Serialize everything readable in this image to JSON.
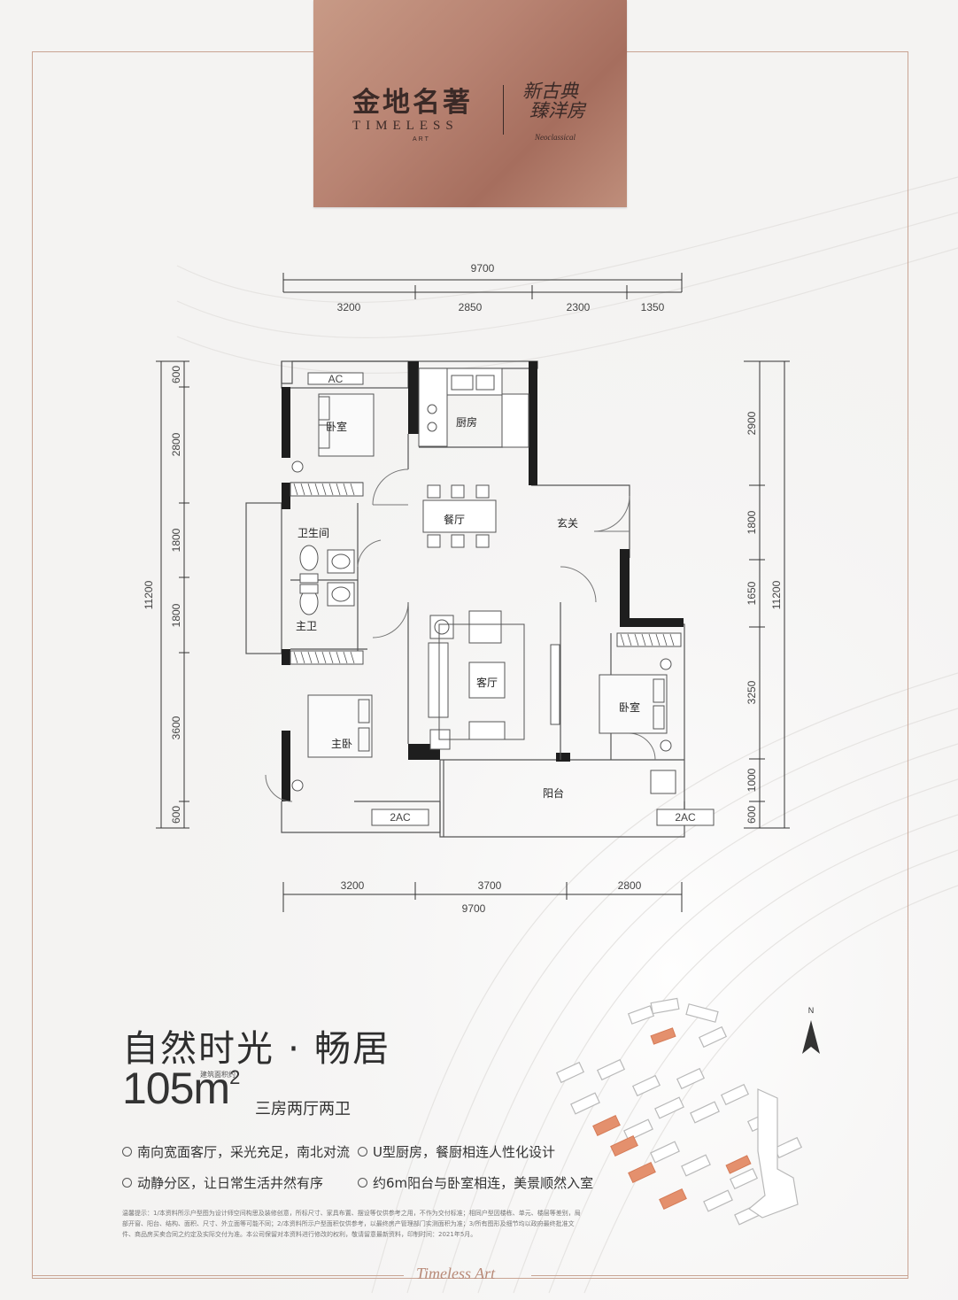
{
  "brand": {
    "name_cn": "金地名著",
    "name_en": "TIMELESS",
    "name_en_sub": "ART",
    "series_cn_line1": "新古典",
    "series_cn_line2": "臻洋房",
    "series_en": "Neoclassical"
  },
  "plan": {
    "top_total": "9700",
    "top_segments": [
      "3200",
      "2850",
      "2300",
      "1350"
    ],
    "left_total": "11200",
    "left_segments": [
      "600",
      "2800",
      "1800",
      "1800",
      "3600",
      "600"
    ],
    "right_total": "11200",
    "right_segments": [
      "2900",
      "1800",
      "1650",
      "3250",
      "1000",
      "600"
    ],
    "bottom_segments": [
      "3200",
      "3700",
      "2800"
    ],
    "bottom_total": "9700",
    "rooms": {
      "bedroom_top": "卧室",
      "kitchen": "厨房",
      "dining": "餐厅",
      "foyer": "玄关",
      "bathroom": "卫生间",
      "master_bath": "主卫",
      "living": "客厅",
      "bedroom_right": "卧室",
      "master_bedroom": "主卧",
      "balcony": "阳台"
    },
    "ac_top": "AC",
    "ac_bottom_left": "2AC",
    "ac_bottom_right": "2AC"
  },
  "headline": "自然时光 · 畅居",
  "area": {
    "value": "105m",
    "unit_sup": "2",
    "note": "建筑面积约"
  },
  "layout_type": "三房两厅两卫",
  "features": [
    "南向宽面客厅，采光充足，南北对流",
    "U型厨房，餐厨相连人性化设计",
    "动静分区，让日常生活井然有序",
    "约6m阳台与卧室相连，美景顺然入室"
  ],
  "disclaimer": "温馨提示：1/本资料所示户型图为设计师空间构思及装修创意，所标尺寸、家具布置、摆设等仅供参考之用，不作为交付标准；相同户型因楼栋、单元、楼层等差别，局部开窗、阳台、结构、面积、尺寸、外立面等可能不同；2/本资料所示户型面积仅供参考，以最终房产管理部门实测面积为准；3/所有图形及细节均以政府最终批准文件、商品房买卖合同之约定及实际交付为准。本公司保留对本资料进行修改的权利，敬请留意最新资料，印制时间：2021年5月。",
  "compass": "N",
  "footer": "Timeless Art",
  "colors": {
    "accent": "#b88372",
    "wall": "#1e1e1e",
    "highlight_building": "#e4906d"
  }
}
